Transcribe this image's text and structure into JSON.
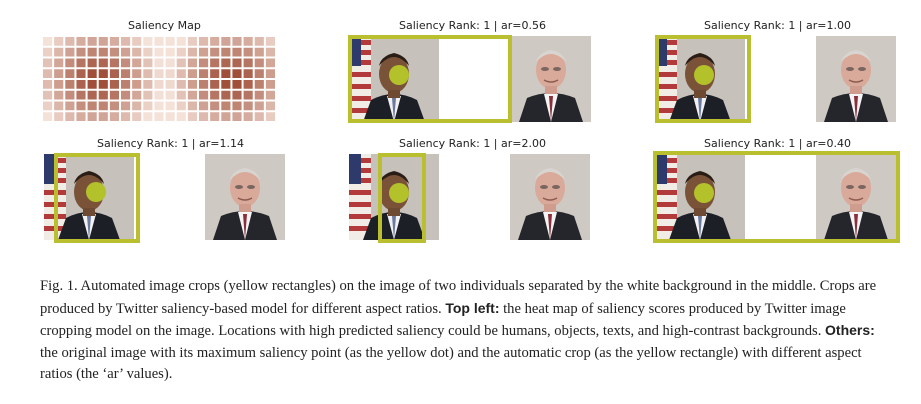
{
  "panels": [
    {
      "title": "Saliency Map"
    },
    {
      "title": "Saliency Rank: 1 | ar=0.56"
    },
    {
      "title": "Saliency Rank: 1 | ar=1.00"
    },
    {
      "title": "Saliency Rank: 1 | ar=1.14"
    },
    {
      "title": "Saliency Rank: 1 | ar=2.00"
    },
    {
      "title": "Saliency Rank: 1 | ar=0.40"
    }
  ],
  "caption": {
    "fig": "Fig. 1.",
    "text1": " Automated image crops (yellow rectangles) on the image of two individuals separated by the white background in the middle. Crops are produced by Twitter saliency-based model for different aspect ratios. ",
    "top_left_label": "Top left:",
    "text2": " the heat map of saliency scores produced by Twitter image cropping model on the image. Locations with high predicted saliency could be humans, objects, texts, and high-contrast backgrounds. ",
    "others_label": "Others:",
    "text3": " the original image with its maximum saliency point (as the yellow dot) and the automatic crop (as the yellow rectangle) with different aspect ratios (the ‘ar’ values)."
  },
  "colors": {
    "crop": "#b9bf2e",
    "dot": "#b3c22a",
    "heat_high": "#a0503a",
    "heat_low": "#fbeee6"
  }
}
